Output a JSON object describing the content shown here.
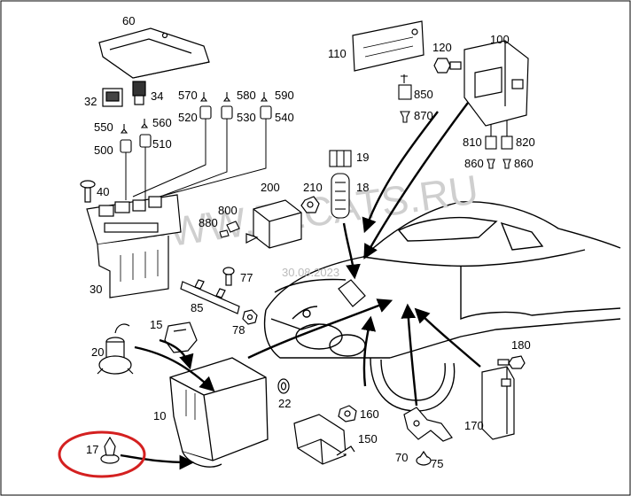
{
  "callouts": {
    "c60": "60",
    "c32": "32",
    "c34": "34",
    "c570": "570",
    "c580": "580",
    "c590": "590",
    "c520": "520",
    "c530": "530",
    "c540": "540",
    "c550": "550",
    "c560": "560",
    "c500": "500",
    "c510": "510",
    "c40": "40",
    "c30": "30",
    "c110": "110",
    "c120": "120",
    "c100": "100",
    "c850": "850",
    "c870": "870",
    "c810": "810",
    "c820": "820",
    "c860a": "860",
    "c860b": "860",
    "c19": "19",
    "c18": "18",
    "c200": "200",
    "c210": "210",
    "c800": "800",
    "c880": "880",
    "c77": "77",
    "c85": "85",
    "c78": "78",
    "c15": "15",
    "c20": "20",
    "c10": "10",
    "c17": "17",
    "c22": "22",
    "c160": "160",
    "c150": "150",
    "c70": "70",
    "c75": "75",
    "c170": "170",
    "c180": "180"
  },
  "watermark": {
    "site": "WWW.ELCATS.RU",
    "date": "30.08.2023"
  },
  "highlight_color": "#d42020"
}
